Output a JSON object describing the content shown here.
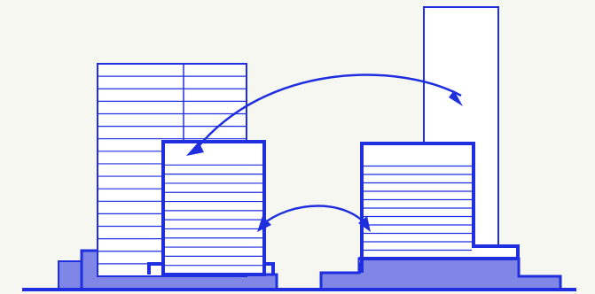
{
  "diagram": {
    "colors": {
      "background": "#f7f7f2",
      "stroke": "#1f2fe0",
      "fill_light": "#7f86e6",
      "fill_box": "#ffffff"
    },
    "elements": {
      "left_tall_block": {
        "floors": 16,
        "columns": 2
      },
      "center_block": {
        "floors": 12,
        "columns": 1
      },
      "right_block": {
        "floors": 11,
        "columns": 1
      },
      "right_tower": {
        "floors": 0,
        "columns": 1
      }
    },
    "arrows": [
      {
        "name": "long-arc-arrow",
        "direction": "both"
      },
      {
        "name": "short-arc-arrow",
        "direction": "both"
      }
    ]
  }
}
